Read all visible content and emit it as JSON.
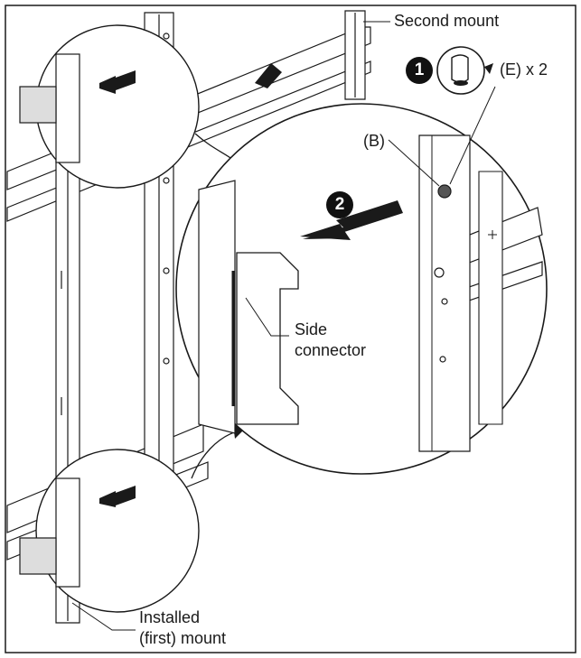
{
  "labels": {
    "second_mount": "Second mount",
    "screw_b": "(B)",
    "screw_e": "(E) x 2",
    "side_connector_1": "Side",
    "side_connector_2": "connector",
    "installed_1": "Installed",
    "installed_2": "(first) mount"
  },
  "steps": {
    "one": "1",
    "two": "2"
  },
  "icons": {
    "rotate": "rotate-screw-icon",
    "arrow": "direction-arrow-icon"
  },
  "colors": {
    "line": "#1a1a1a",
    "fill": "#ffffff",
    "shade": "#9a9a9a"
  }
}
